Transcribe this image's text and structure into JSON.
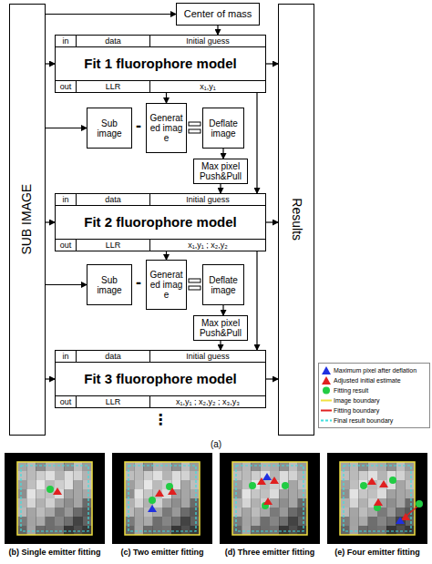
{
  "diagram": {
    "nodes": [
      {
        "text": [
          "SUB IMAGE"
        ]
      },
      {
        "text": [
          "Center of mass"
        ]
      },
      {
        "text": [
          "in",
          "data",
          "Initial guess",
          "Fit 1 fluorophore model",
          "out",
          "LLR",
          "x₁,y₁"
        ]
      },
      {
        "text": [
          "Sub image"
        ]
      },
      {
        "text": [
          "Generated image"
        ]
      },
      {
        "text": [
          "Deflate image"
        ]
      },
      {
        "text": [
          "Max pixel Push&Pull"
        ]
      },
      {
        "text": [
          "in",
          "data",
          "Initial guess",
          "Fit 2 fluorophore model",
          "out",
          "LLR",
          "x₁,y₁ ; x₂,y₂"
        ]
      },
      {
        "text": [
          "Sub image"
        ]
      },
      {
        "text": [
          "Generated image"
        ]
      },
      {
        "text": [
          "Deflate image"
        ]
      },
      {
        "text": [
          "Max pixel Push&Pull"
        ]
      },
      {
        "text": [
          "in",
          "data",
          "Initial guess",
          "Fit 3 fluorophore model",
          "out",
          "LLR",
          "x₁,y₁ ; x₂,y₂ ; x₃,y₃"
        ]
      },
      {
        "text": [
          "Results"
        ]
      }
    ],
    "edges": [
      {
        "from": 0,
        "to": 1,
        "arrow": "to"
      },
      {
        "from": 0,
        "to": 2,
        "arrow": "to"
      },
      {
        "from": 1,
        "to": 2,
        "arrow": "to"
      },
      {
        "from": 2,
        "to": 13,
        "arrow": "to"
      },
      {
        "from": 2,
        "to": 4,
        "arrow": "to"
      },
      {
        "from": 2,
        "to": 7,
        "arrow": "to"
      },
      {
        "from": 0,
        "to": 3,
        "arrow": "to"
      },
      {
        "from": 5,
        "to": 6,
        "arrow": "to"
      },
      {
        "from": 6,
        "to": 7,
        "arrow": "to"
      },
      {
        "from": 0,
        "to": 7,
        "arrow": "to"
      },
      {
        "from": 7,
        "to": 13,
        "arrow": "to"
      },
      {
        "from": 7,
        "to": 9,
        "arrow": "to"
      },
      {
        "from": 7,
        "to": 12,
        "arrow": "to"
      },
      {
        "from": 0,
        "to": 8,
        "arrow": "to"
      },
      {
        "from": 10,
        "to": 11,
        "arrow": "to"
      },
      {
        "from": 11,
        "to": 12,
        "arrow": "to"
      },
      {
        "from": 0,
        "to": 12,
        "arrow": "to"
      },
      {
        "from": 12,
        "to": 13,
        "arrow": "to"
      }
    ],
    "labels": [
      "-",
      "-",
      "⋮",
      "(a)",
      "(b) Single emitter fitting",
      "(c) Two emitter fitting",
      "(d) Three emitter fitting",
      "(e) Four emitter fitting"
    ],
    "legend": [
      {
        "text": "Maximum pixel after deflation"
      },
      {
        "text": "Adjusted initial estimate"
      },
      {
        "text": "Fitting result"
      },
      {
        "text": "Image boundary"
      },
      {
        "text": "Fitting boundary"
      },
      {
        "text": "Final result boundary"
      }
    ]
  }
}
